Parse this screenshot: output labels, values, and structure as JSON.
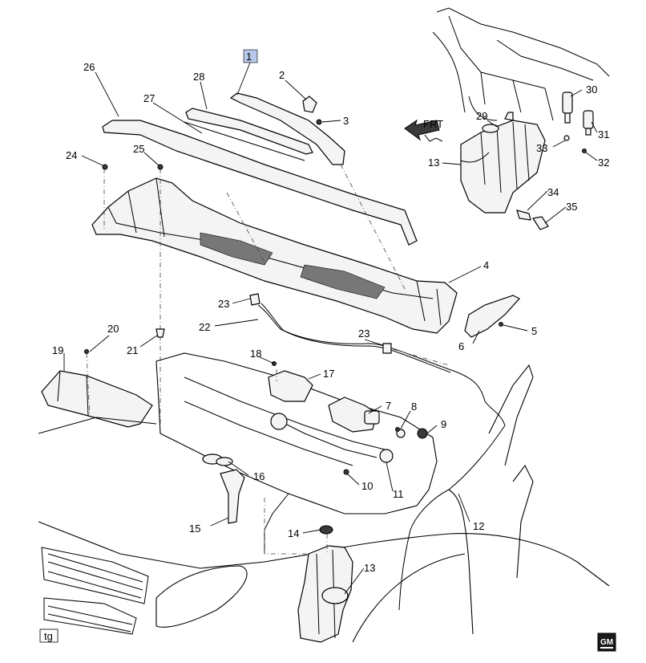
{
  "diagram": {
    "callouts": {
      "c1": "1",
      "c2": "2",
      "c3": "3",
      "c4": "4",
      "c5": "5",
      "c6": "6",
      "c7": "7",
      "c8": "8",
      "c9": "9",
      "c10": "10",
      "c11": "11",
      "c12": "12",
      "c13a": "13",
      "c13b": "13",
      "c14": "14",
      "c15": "15",
      "c16": "16",
      "c17": "17",
      "c18": "18",
      "c19": "19",
      "c20": "20",
      "c21": "21",
      "c22": "22",
      "c23a": "23",
      "c23b": "23",
      "c24": "24",
      "c25": "25",
      "c26": "26",
      "c27": "27",
      "c28": "28",
      "c29": "29",
      "c30": "30",
      "c31": "31",
      "c32": "32",
      "c33": "33",
      "c34": "34",
      "c35": "35"
    },
    "direction_label": "FRT",
    "corner_tag": "tg",
    "logo_text": "GM",
    "highlight_color": "#b8c8e8"
  }
}
